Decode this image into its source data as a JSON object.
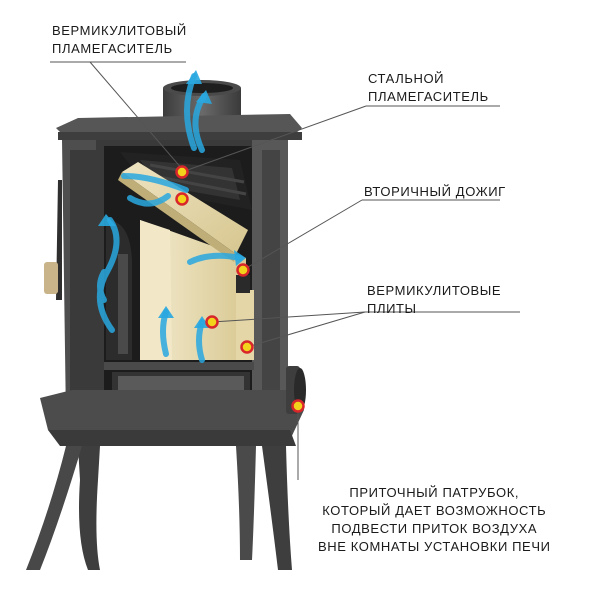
{
  "labels": {
    "vermiculite_baffle": [
      "ВЕРМИКУЛИТОВЫЙ",
      "ПЛАМЕГАСИТЕЛЬ"
    ],
    "steel_baffle": [
      "СТАЛЬНОЙ",
      "ПЛАМЕГАСИТЕЛЬ"
    ],
    "secondary_burn": [
      "ВТОРИЧНЫЙ ДОЖИГ"
    ],
    "vermiculite_plates": [
      "ВЕРМИКУЛИТОВЫЕ",
      "ПЛИТЫ"
    ],
    "air_inlet": [
      "ПРИТОЧНЫЙ ПАТРУБОК,",
      "КОТОРЫЙ ДАЕТ ВОЗМОЖНОСТЬ",
      "ПОДВЕСТИ ПРИТОК ВОЗДУХА",
      "ВНЕ КОМНАТЫ УСТАНОВКИ ПЕЧИ"
    ]
  },
  "colors": {
    "stove_body": "#5a5a5a",
    "stove_dark": "#2e2e2e",
    "vermiculite": "#e8dcb4",
    "airflow": "#29a8e0",
    "marker_fill": "#f2d21a",
    "marker_ring": "#d8262a",
    "leader_line": "#555555"
  }
}
